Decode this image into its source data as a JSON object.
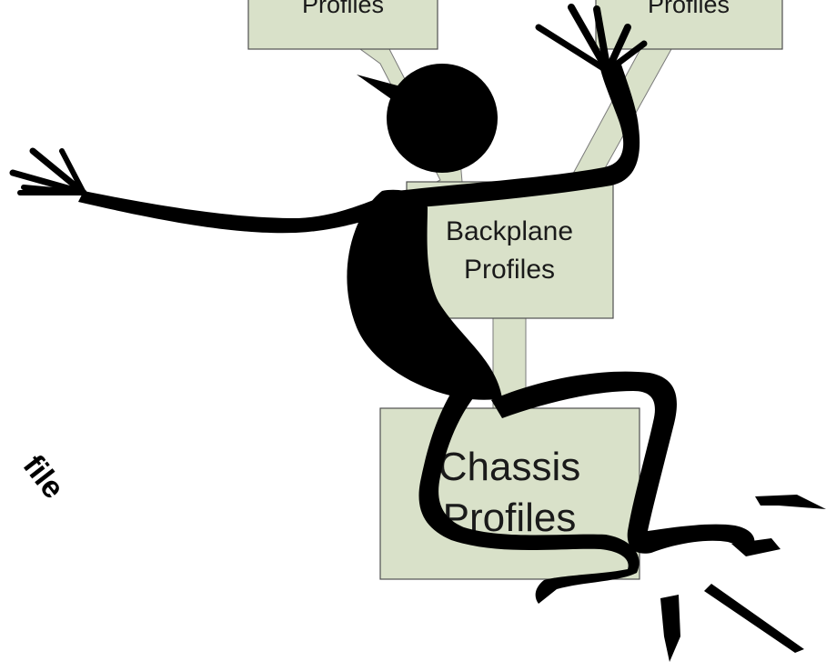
{
  "diagram": {
    "boxes": [
      {
        "id": "top-left",
        "line1": "",
        "line2": "Profiles"
      },
      {
        "id": "top-right",
        "line1": "",
        "line2": "Profiles"
      },
      {
        "id": "backplane",
        "line1": "Backplane",
        "line2": "Profiles"
      },
      {
        "id": "chassis",
        "line1": "Chassis",
        "line2": "Profiles"
      }
    ],
    "side_fragment": "file",
    "colors": {
      "box_fill": "#d9e1c9",
      "box_border": "#4f4f4f",
      "figure": "#000000"
    }
  }
}
